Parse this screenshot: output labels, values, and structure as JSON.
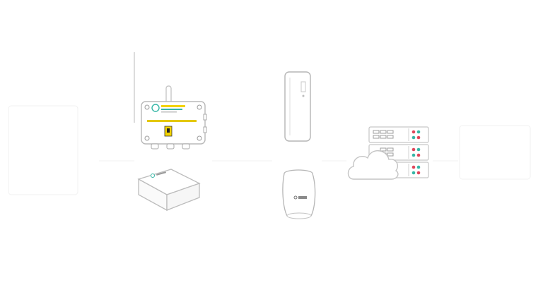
{
  "diagram": {
    "background": "#ffffff",
    "stroke": "#c9c9c9",
    "accent_teal": "#35b6a6",
    "accent_red": "#e0455a",
    "accent_yellow": "#f2d200",
    "nodes": [
      {
        "id": "lorawan-sensor-node",
        "icon": "enclosure-with-antenna-icon",
        "label": ""
      },
      {
        "id": "indoor-sensor",
        "icon": "flat-sensor-box-icon",
        "label": ""
      },
      {
        "id": "outdoor-gateway",
        "icon": "outdoor-gateway-icon",
        "label": ""
      },
      {
        "id": "indoor-gateway",
        "icon": "indoor-gateway-icon",
        "label": ""
      },
      {
        "id": "cloud-server",
        "icon": "cloud-server-icon",
        "label": ""
      }
    ]
  }
}
